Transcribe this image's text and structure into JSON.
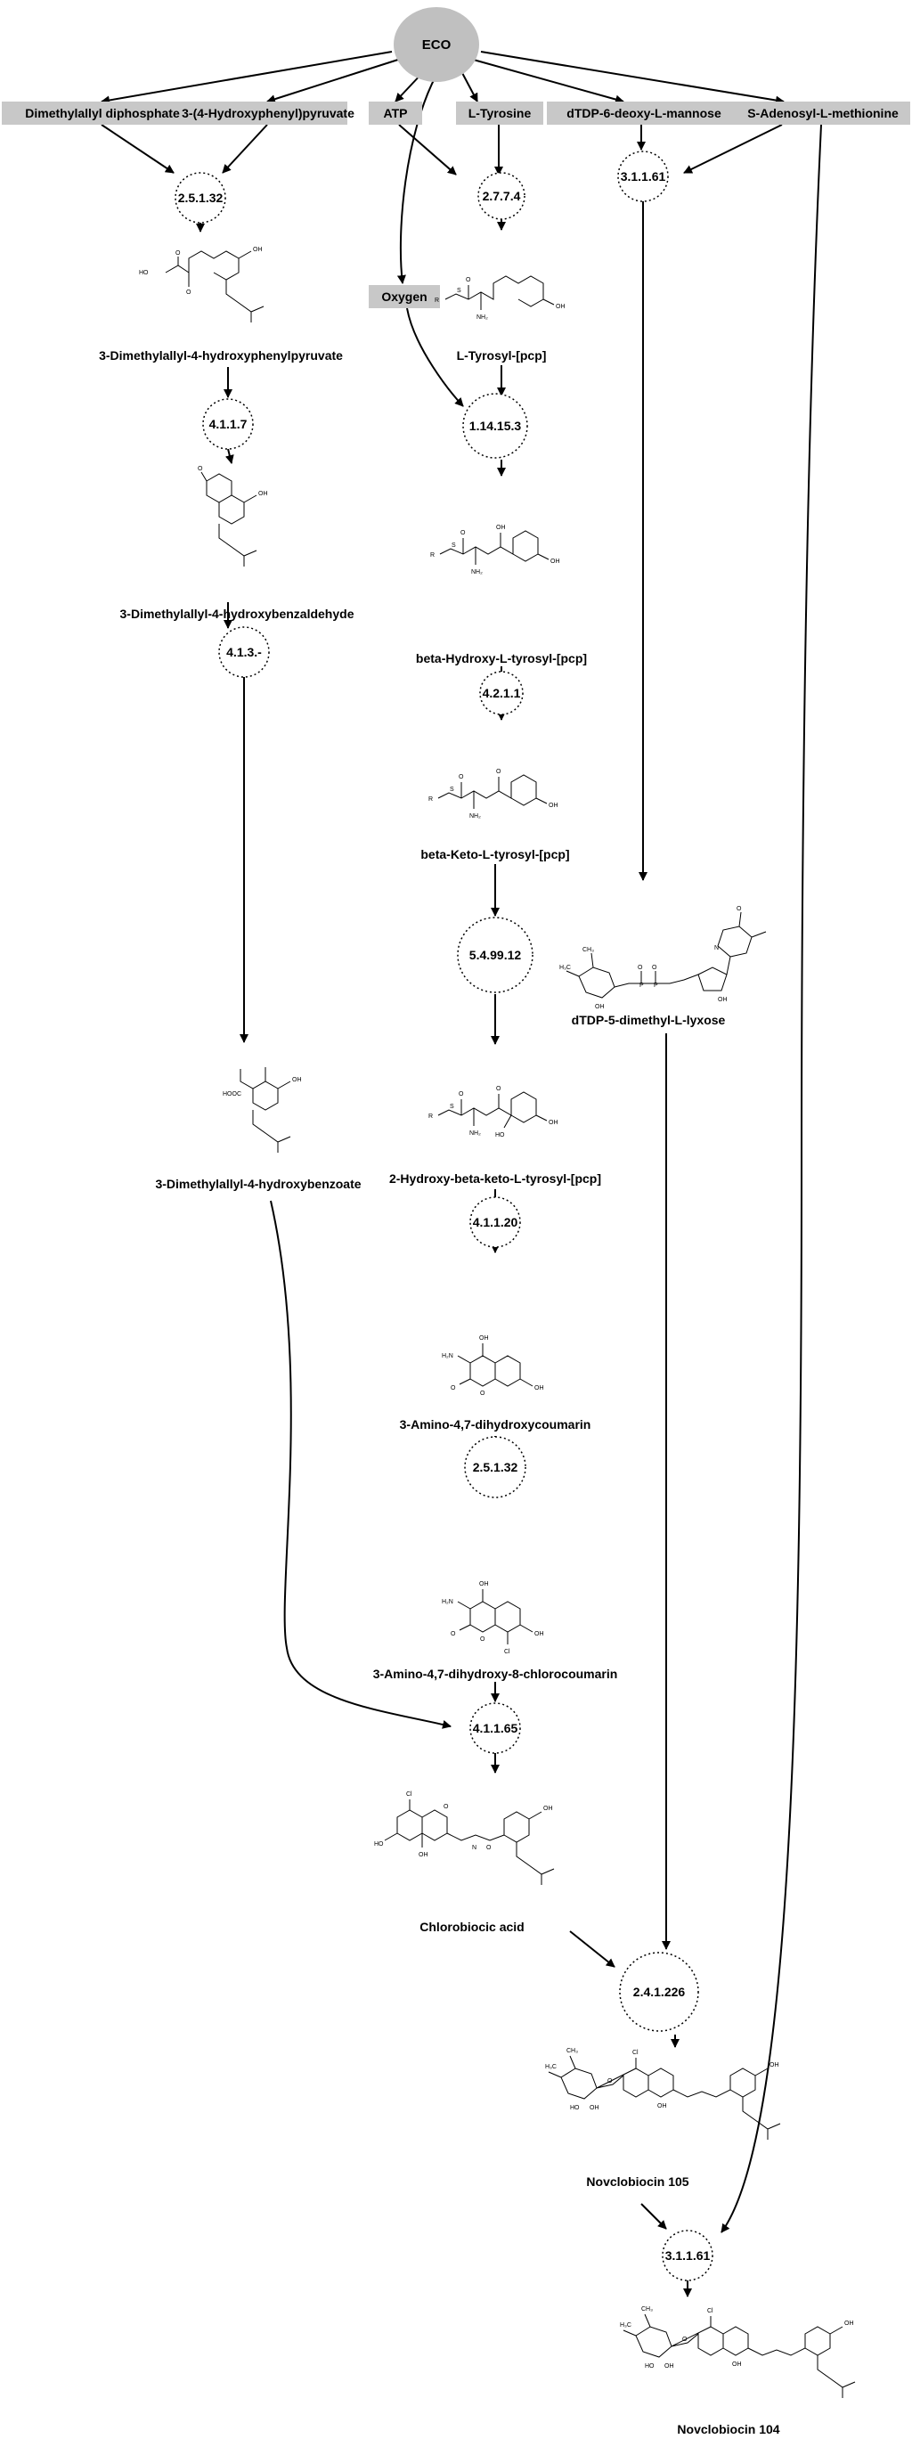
{
  "root": {
    "label": "ECO",
    "color": "#c0c0c0"
  },
  "inputs": [
    {
      "id": "dmapp",
      "label": "Dimethylallyl diphosphate"
    },
    {
      "id": "hpp",
      "label": "3-(4-Hydroxyphenyl)pyruvate"
    },
    {
      "id": "atp",
      "label": "ATP"
    },
    {
      "id": "tyr",
      "label": "L-Tyrosine"
    },
    {
      "id": "dtdp",
      "label": "dTDP-6-deoxy-L-mannose"
    },
    {
      "id": "sam",
      "label": "S-Adenosyl-L-methionine"
    },
    {
      "id": "oxy",
      "label": "Oxygen"
    }
  ],
  "enzymes": [
    {
      "id": "e1",
      "label": "2.5.1.32"
    },
    {
      "id": "e2",
      "label": "2.7.7.4"
    },
    {
      "id": "e3",
      "label": "3.1.1.61"
    },
    {
      "id": "e4",
      "label": "4.1.1.7"
    },
    {
      "id": "e5",
      "label": "1.14.15.3"
    },
    {
      "id": "e6",
      "label": "4.1.3.-"
    },
    {
      "id": "e7",
      "label": "4.2.1.1"
    },
    {
      "id": "e8",
      "label": "5.4.99.12"
    },
    {
      "id": "e9",
      "label": "4.1.1.20"
    },
    {
      "id": "e10",
      "label": "2.5.1.32"
    },
    {
      "id": "e11",
      "label": "4.1.1.65"
    },
    {
      "id": "e12",
      "label": "2.4.1.226"
    },
    {
      "id": "e13",
      "label": "3.1.1.61"
    }
  ],
  "compounds": [
    {
      "id": "c1",
      "label": "3-Dimethylallyl-4-hydroxyphenylpyruvate"
    },
    {
      "id": "c2",
      "label": "L-Tyrosyl-[pcp]"
    },
    {
      "id": "c3",
      "label": "3-Dimethylallyl-4-hydroxybenzaldehyde"
    },
    {
      "id": "c4",
      "label": "beta-Hydroxy-L-tyrosyl-[pcp]"
    },
    {
      "id": "c5",
      "label": "beta-Keto-L-tyrosyl-[pcp]"
    },
    {
      "id": "c6",
      "label": "dTDP-5-dimethyl-L-lyxose"
    },
    {
      "id": "c7",
      "label": "3-Dimethylallyl-4-hydroxybenzoate"
    },
    {
      "id": "c8",
      "label": "2-Hydroxy-beta-keto-L-tyrosyl-[pcp]"
    },
    {
      "id": "c9",
      "label": "3-Amino-4,7-dihydroxycoumarin"
    },
    {
      "id": "c10",
      "label": "3-Amino-4,7-dihydroxy-8-chlorocoumarin"
    },
    {
      "id": "c11",
      "label": "Chlorobiocic acid"
    },
    {
      "id": "c12",
      "label": "Novclobiocin 105"
    },
    {
      "id": "c13",
      "label": "Novclobiocin 104"
    }
  ],
  "atom_labels": {
    "oh": "OH",
    "ho": "HO",
    "o": "O",
    "r": "R",
    "s": "S",
    "nh2": "NH₂",
    "h2n": "H₂N",
    "cl": "Cl",
    "ch3": "CH₃",
    "h3c": "H₃C",
    "p": "P",
    "n": "N",
    "h": "H",
    "hooc": "HOOC"
  }
}
